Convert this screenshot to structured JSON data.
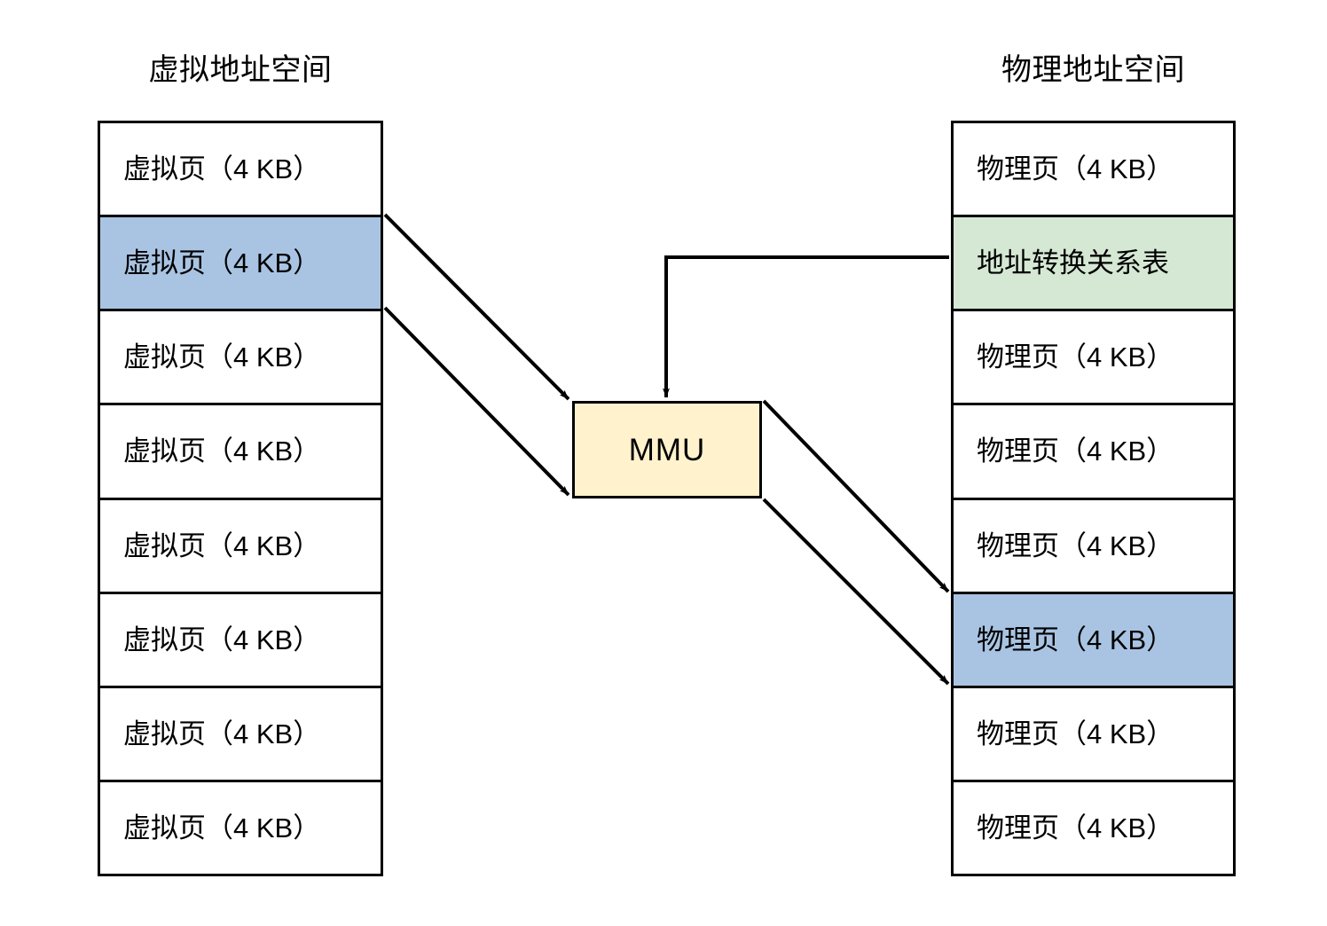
{
  "diagram": {
    "title_left": "虚拟地址空间",
    "title_right": "物理地址空间",
    "mmu_label": "MMU",
    "colors": {
      "highlight_blue": "#a9c4e3",
      "table_green": "#d5e8d4",
      "mmu_yellow": "#fff2cc",
      "stroke": "#000000",
      "background": "#ffffff"
    }
  },
  "virtual_space": {
    "header": "虚拟地址空间",
    "cells": [
      {
        "label": "虚拟页（4 KB）",
        "fill": "#ffffff",
        "highlighted": false
      },
      {
        "label": "虚拟页（4 KB）",
        "fill": "#a9c4e3",
        "highlighted": true
      },
      {
        "label": "虚拟页（4 KB）",
        "fill": "#ffffff",
        "highlighted": false
      },
      {
        "label": "虚拟页（4 KB）",
        "fill": "#ffffff",
        "highlighted": false
      },
      {
        "label": "虚拟页（4 KB）",
        "fill": "#ffffff",
        "highlighted": false
      },
      {
        "label": "虚拟页（4 KB）",
        "fill": "#ffffff",
        "highlighted": false
      },
      {
        "label": "虚拟页（4 KB）",
        "fill": "#ffffff",
        "highlighted": false
      },
      {
        "label": "虚拟页（4 KB）",
        "fill": "#ffffff",
        "highlighted": false
      }
    ]
  },
  "physical_space": {
    "header": "物理地址空间",
    "cells": [
      {
        "label": "物理页（4 KB）",
        "fill": "#ffffff",
        "highlighted": false
      },
      {
        "label": "地址转换关系表",
        "fill": "#d5e8d4",
        "highlighted": true
      },
      {
        "label": "物理页（4 KB）",
        "fill": "#ffffff",
        "highlighted": false
      },
      {
        "label": "物理页（4 KB）",
        "fill": "#ffffff",
        "highlighted": false
      },
      {
        "label": "物理页（4 KB）",
        "fill": "#ffffff",
        "highlighted": false
      },
      {
        "label": "物理页（4 KB）",
        "fill": "#a9c4e3",
        "highlighted": true
      },
      {
        "label": "物理页（4 KB）",
        "fill": "#ffffff",
        "highlighted": false
      },
      {
        "label": "物理页（4 KB）",
        "fill": "#ffffff",
        "highlighted": false
      }
    ]
  },
  "mmu": {
    "label": "MMU"
  },
  "connectors": [
    {
      "name": "virtual-page-top-to-mmu",
      "from": "虚拟页（4 KB）",
      "to": "MMU"
    },
    {
      "name": "virtual-page-bottom-to-mmu",
      "from": "虚拟页（4 KB）",
      "to": "MMU"
    },
    {
      "name": "page-table-to-mmu",
      "from": "地址转换关系表",
      "to": "MMU"
    },
    {
      "name": "mmu-to-physical-page-top",
      "from": "MMU",
      "to": "物理页（4 KB）"
    },
    {
      "name": "mmu-to-physical-page-bottom",
      "from": "MMU",
      "to": "物理页（4 KB）"
    }
  ]
}
